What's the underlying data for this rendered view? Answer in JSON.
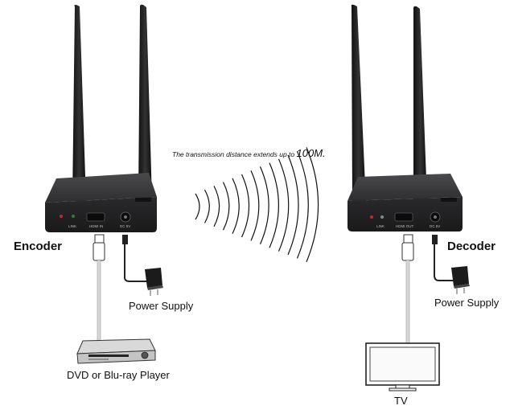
{
  "caption": {
    "text": "The transmission distance extends up to",
    "distance": "100M."
  },
  "encoder": {
    "label": "Encoder",
    "ports": {
      "link": "LINK",
      "hdmi": "HDMI IN",
      "dc": "DC 5V"
    }
  },
  "decoder": {
    "label": "Decoder",
    "ports": {
      "link": "LINK",
      "hdmi": "HDMI OUT",
      "dc": "DC 5V"
    }
  },
  "left_power_label": "Power Supply",
  "right_power_label": "Power Supply",
  "source_label": "DVD or Blu-ray Player",
  "display_label": "TV",
  "colors": {
    "device_body": "#2b2b2d",
    "antenna": "#1c1c1c",
    "cable": "#d8d8d8",
    "text": "#111111"
  }
}
